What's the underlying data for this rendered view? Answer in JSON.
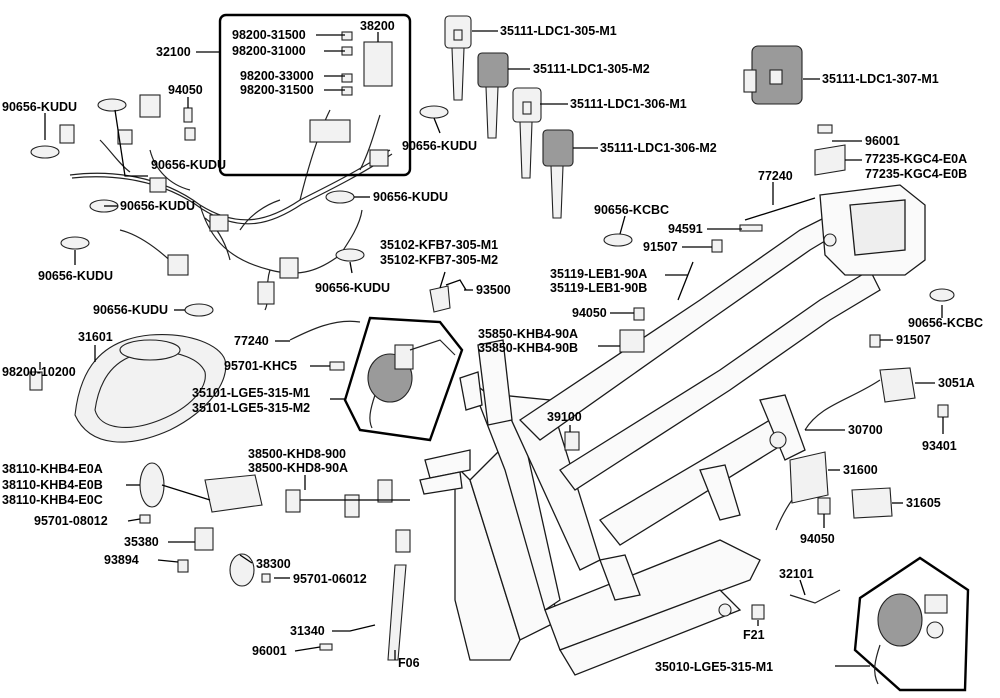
{
  "labels": {
    "p32100": "32100",
    "p98200_31500a": "98200-31500",
    "p38200": "38200",
    "p98200_31000": "98200-31000",
    "p98200_33000": "98200-33000",
    "p98200_31500b": "98200-31500",
    "p94050_top": "94050",
    "p90656_kudu_1": "90656-KUDU",
    "p90656_kudu_2": "90656-KUDU",
    "p90656_kudu_3": "90656-KUDU",
    "p90656_kudu_4": "90656-KUDU",
    "p90656_kudu_5": "90656-KUDU",
    "p90656_kudu_6": "90656-KUDU",
    "p90656_kudu_7": "90656-KUDU",
    "p90656_kudu_8": "90656-KUDU",
    "p35111_305_m1": "35111-LDC1-305-M1",
    "p35111_305_m2": "35111-LDC1-305-M2",
    "p35111_306_m1": "35111-LDC1-306-M1",
    "p35111_306_m2": "35111-LDC1-306-M2",
    "p35111_307_m1": "35111-LDC1-307-M1",
    "p96001_top": "96001",
    "p77235_e0a": "77235-KGC4-E0A",
    "p77235_e0b": "77235-KGC4-E0B",
    "p77240_top": "77240",
    "p90656_kcbc_1": "90656-KCBC",
    "p94591": "94591",
    "p91507_1": "91507",
    "p35119_a": "35119-LEB1-90A",
    "p35119_b": "35119-LEB1-90B",
    "p94050_mid": "94050",
    "p35850_a": "35850-KHB4-90A",
    "p35850_b": "35850-KHB4-90B",
    "p90656_kcbc_2": "90656-KCBC",
    "p91507_2": "91507",
    "p35102_m1": "35102-KFB7-305-M1",
    "p35102_m2": "35102-KFB7-305-M2",
    "p93500": "93500",
    "p31601": "31601",
    "p77240_mid": "77240",
    "p95701_khc5": "95701-KHC5",
    "p35101_m1": "35101-LGE5-315-M1",
    "p35101_m2": "35101-LGE5-315-M2",
    "p98200_10200": "98200-10200",
    "p3051a": "3051A",
    "p30700": "30700",
    "p93401": "93401",
    "p39100": "39100",
    "p31600": "31600",
    "p31605": "31605",
    "p94050_low": "94050",
    "p38110_e0a": "38110-KHB4-E0A",
    "p38110_e0b": "38110-KHB4-E0B",
    "p38110_e0c": "38110-KHB4-E0C",
    "p95701_08012": "95701-08012",
    "p38500_900": "38500-KHD8-900",
    "p38500_90a": "38500-KHD8-90A",
    "p35380": "35380",
    "p93894": "93894",
    "p38300": "38300",
    "p95701_06012": "95701-06012",
    "p32101": "32101",
    "pF21": "F21",
    "p31340": "31340",
    "p96001_low": "96001",
    "pF06": "F06",
    "p35010_m1": "35010-LGE5-315-M1"
  }
}
